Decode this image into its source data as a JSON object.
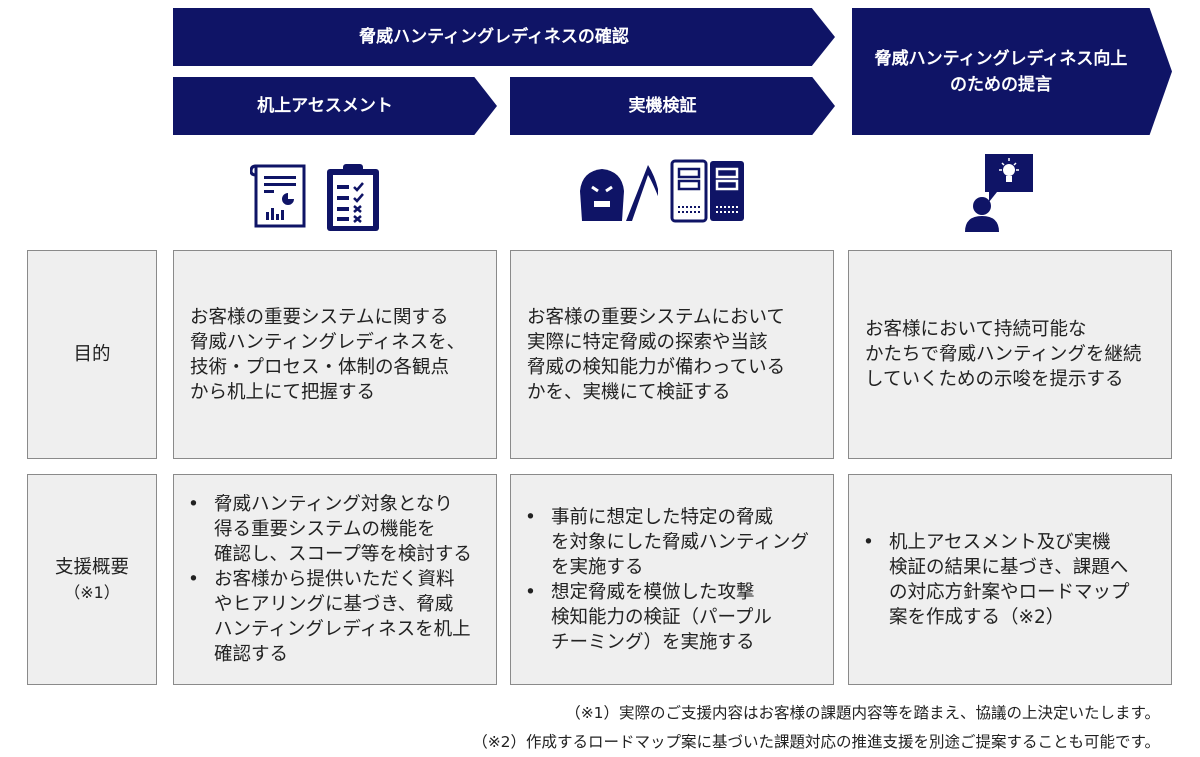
{
  "header": {
    "readiness_check": "脅威ハンティングレディネスの確認",
    "desk_assessment": "机上アセスメント",
    "real_verification": "実機検証",
    "proposal_lines": [
      "脅威ハンティングレディネス向上",
      "のための提言"
    ]
  },
  "rows": {
    "purpose_label": "目的",
    "support_label": "支援概要",
    "support_note": "（※1）"
  },
  "purpose": {
    "desk": [
      "お客様の重要システムに関する",
      "脅威ハンティングレディネスを、",
      "技術・プロセス・体制の各観点",
      "から机上にて把握する"
    ],
    "real": [
      "お客様の重要システムにおいて",
      "実際に特定脅威の探索や当該",
      "脅威の検知能力が備わっている",
      "かを、実機にて検証する"
    ],
    "prop": [
      "お客様において持続可能な",
      "かたちで脅威ハンティングを継続",
      "していくための示唆を提示する"
    ]
  },
  "support": {
    "bullet": "•",
    "desk": [
      [
        "脅威ハンティング対象となり",
        "得る重要システムの機能を",
        "確認し、スコープ等を検討する"
      ],
      [
        "お客様から提供いただく資料",
        "やヒアリングに基づき、脅威",
        "ハンティングレディネスを机上",
        "確認する"
      ]
    ],
    "real": [
      [
        "事前に想定した特定の脅威",
        "を対象にした脅威ハンティング",
        "を実施する"
      ],
      [
        "想定脅威を模倣した攻撃",
        "検知能力の検証（パープル",
        "チーミング）を実施する"
      ]
    ],
    "prop": [
      [
        "机上アセスメント及び実機",
        "検証の結果に基づき、課題へ",
        "の対応方針案やロードマップ",
        "案を作成する（※2）"
      ]
    ]
  },
  "footnotes": [
    "（※1）実際のご支援内容はお客様の課題内容等を踏まえ、協議の上決定いたします。",
    "（※2）作成するロードマップ案に基づいた課題対応の推進支援を別途ご提案することも可能です。"
  ],
  "colors": {
    "navy": "#0f1466",
    "box_bg": "#efefef",
    "box_border": "#8a8a8a"
  }
}
